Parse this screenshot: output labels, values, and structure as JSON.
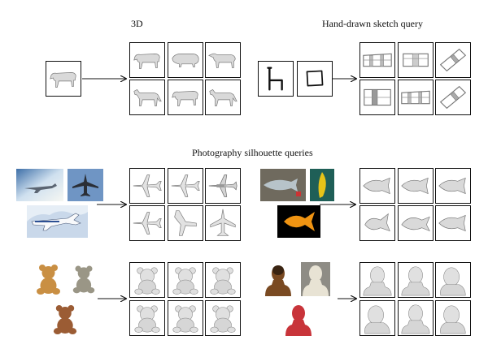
{
  "sections": {
    "three_d": {
      "title": "3D"
    },
    "sketch": {
      "title": "Hand-drawn sketch query"
    },
    "photo": {
      "title": "Photography silhouette queries"
    }
  },
  "icons": {
    "query_3d": "cow-model-icon",
    "results_3d": [
      "cow-model-icon",
      "pig-model-icon",
      "cow-model-icon",
      "horse-model-icon",
      "cow-model-icon",
      "cow-model-icon"
    ],
    "sketch_queries": [
      "chair-side-sketch-icon",
      "chair-top-sketch-icon"
    ],
    "results_sketch": [
      "chair-model-icon",
      "chair-model-icon",
      "chair-model-icon",
      "chair-model-icon",
      "chair-model-icon",
      "chair-model-icon"
    ],
    "airplane_photos": [
      "airplane-sky-photo",
      "airplane-underside-photo",
      "airplane-map-photo"
    ],
    "results_airplane": [
      "airplane-model-icon",
      "airplane-model-icon",
      "airplane-model-icon",
      "airplane-model-icon",
      "airplane-model-icon",
      "airplane-model-icon"
    ],
    "fish_photos": [
      "fish-on-table-photo",
      "yellow-fish-photo",
      "goldfish-photo"
    ],
    "results_fish": [
      "fish-model-icon",
      "fish-model-icon",
      "fish-model-icon",
      "fish-model-icon",
      "fish-model-icon",
      "fish-model-icon"
    ],
    "teddy_photos": [
      "teddy-bear-photo",
      "grey-teddy-bear-photo",
      "brown-teddy-bear-photo"
    ],
    "results_teddy": [
      "teddy-model-icon",
      "teddy-model-icon",
      "teddy-model-icon",
      "teddy-model-icon",
      "teddy-model-icon",
      "teddy-model-icon"
    ],
    "bust_photos": [
      "buddha-bust-photo",
      "plaster-bust-photo",
      "red-bust-photo"
    ],
    "results_bust": [
      "bust-model-icon",
      "bust-model-icon",
      "bust-model-icon",
      "bust-model-icon",
      "bust-model-icon",
      "bust-model-icon"
    ]
  },
  "colors": {
    "border": "#111111",
    "model_fill": "#d9d9d9",
    "model_stroke": "#7a7a7a",
    "arrow": "#111111"
  }
}
